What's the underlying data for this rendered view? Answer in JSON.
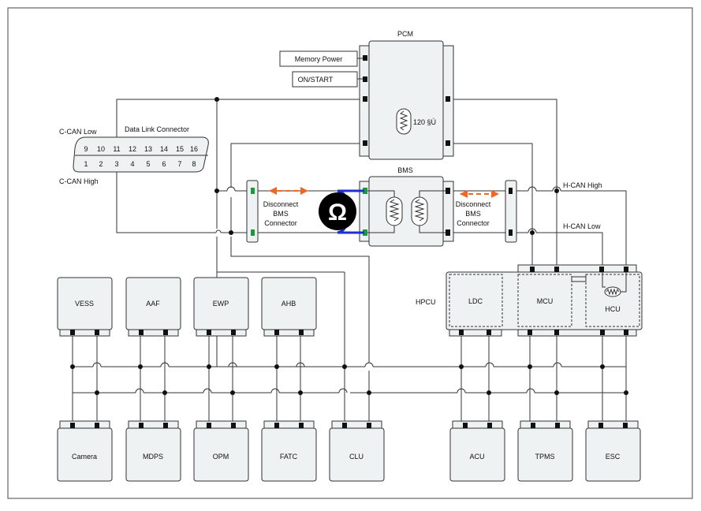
{
  "pcm": {
    "title": "PCM",
    "memory_power": "Memory Power",
    "on_start": "ON/START",
    "resistor": "120 §Ù"
  },
  "bms": {
    "title": "BMS"
  },
  "dlc": {
    "title": "Data Link Connector",
    "c_can_low": "C-CAN Low",
    "c_can_high": "C-CAN High",
    "top_pins": [
      "9",
      "10",
      "11",
      "12",
      "13",
      "14",
      "15",
      "16"
    ],
    "bottom_pins": [
      "1",
      "2",
      "3",
      "4",
      "5",
      "6",
      "7",
      "8"
    ]
  },
  "disconnect_left": [
    "Disconnect",
    "BMS",
    "Connector"
  ],
  "disconnect_right": [
    "Disconnect",
    "BMS",
    "Connector"
  ],
  "h_can_high": "H-CAN High",
  "h_can_low": "H-CAN Low",
  "hpcu": {
    "label": "HPCU",
    "ldc": "LDC",
    "mcu": "MCU",
    "hcu": "HCU"
  },
  "modules_top": [
    "VESS",
    "AAF",
    "EWP",
    "AHB"
  ],
  "modules_bottom": [
    "Camera",
    "MDPS",
    "OPM",
    "FATC",
    "CLU",
    "ACU",
    "TPMS",
    "ESC"
  ],
  "meter_icon": "ohmmeter-icon",
  "colors": {
    "arrow": "#f26522",
    "probe": "#1f2fcf",
    "pin_green": "#1a9a3a",
    "module_fill": "#eef2f2"
  }
}
